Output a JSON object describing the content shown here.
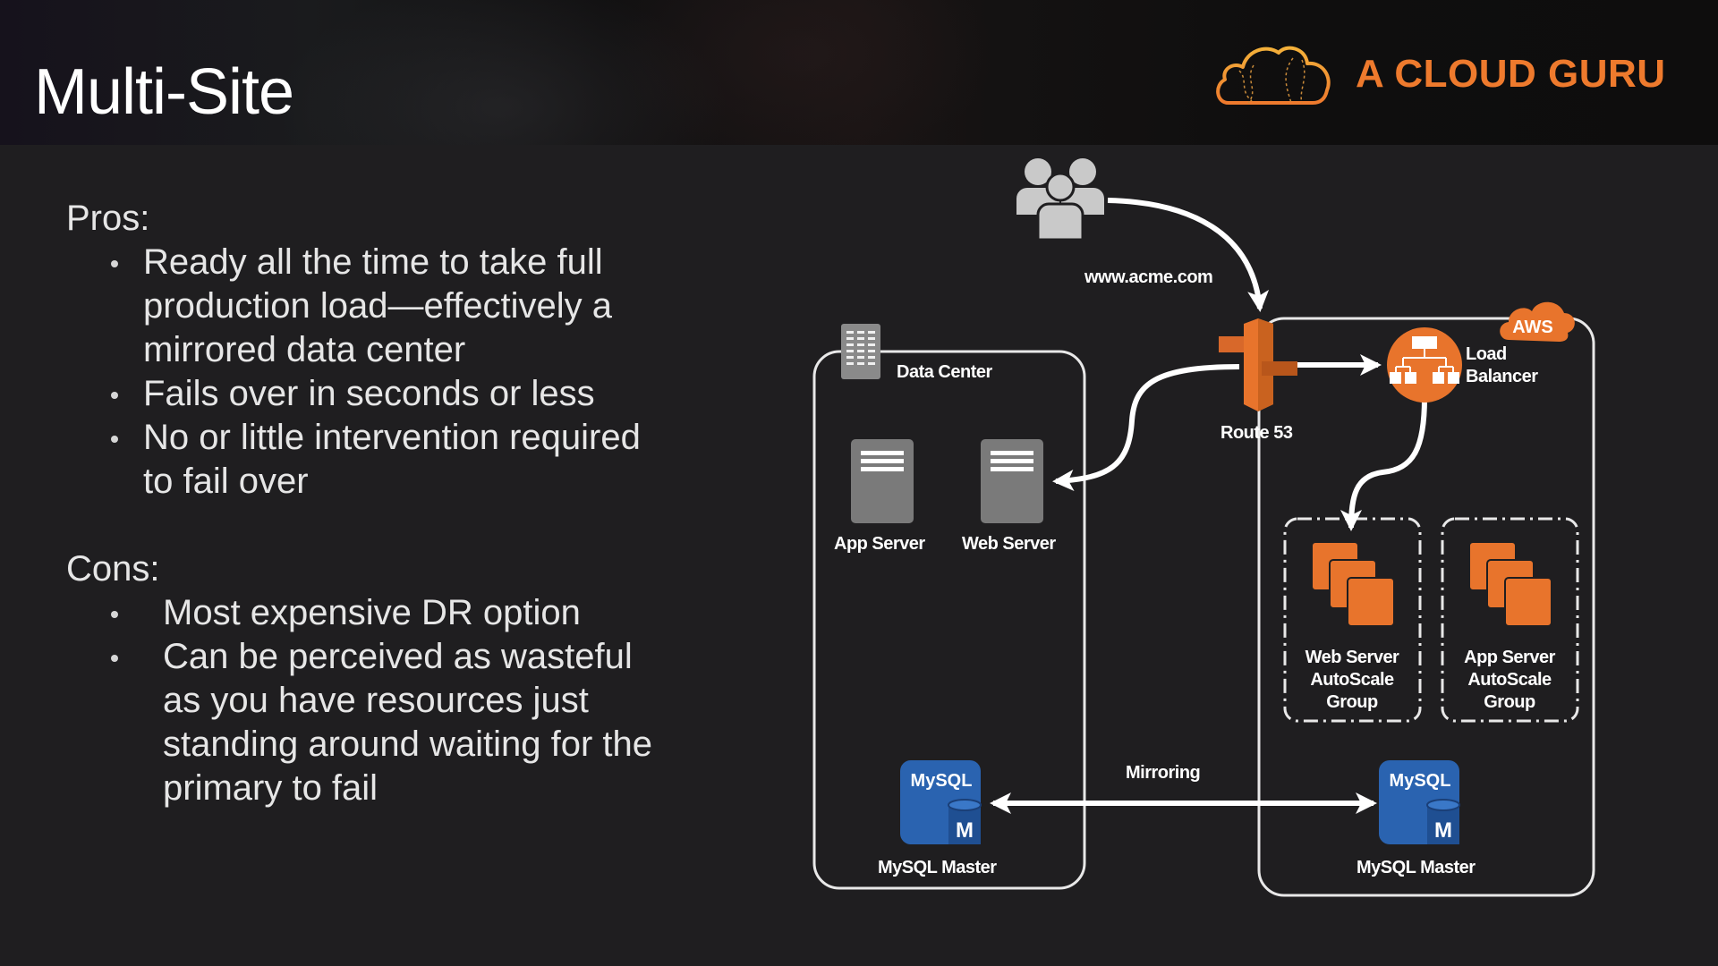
{
  "slide": {
    "title": "Multi-Site"
  },
  "brand": {
    "name": "A CLOUD GURU",
    "accent_color": "#ee7a2d",
    "icon": "cloud-logo-icon"
  },
  "pros": {
    "title": "Pros:",
    "items": [
      "Ready all the time to take full production load—effectively a mirrored data center",
      "Fails over in seconds or less",
      "No or little intervention required to fail over"
    ]
  },
  "cons": {
    "title": "Cons:",
    "items": [
      "Most expensive DR option",
      "Can be perceived as wasteful as you have resources just standing around waiting for the primary to fail"
    ]
  },
  "diagram": {
    "users_icon": "users-icon",
    "url_label": "www.acme.com",
    "data_center": {
      "label": "Data Center",
      "app_server": "App Server",
      "web_server": "Web Server",
      "db": "MySQL Master",
      "db_icon_text": "MySQL",
      "db_icon_badge": "M"
    },
    "route53": "Route 53",
    "aws": {
      "badge": "AWS",
      "load_balancer_line1": "Load",
      "load_balancer_line2": "Balancer",
      "web_asg_line1": "Web Server",
      "web_asg_line2": "AutoScale",
      "web_asg_line3": "Group",
      "app_asg_line1": "App Server",
      "app_asg_line2": "AutoScale",
      "app_asg_line3": "Group",
      "db": "MySQL Master",
      "db_icon_text": "MySQL",
      "db_icon_badge": "M"
    },
    "mirroring_label": "Mirroring",
    "colors": {
      "aws_orange": "#e8742c",
      "mysql_blue": "#2a63b0",
      "server_gray": "#7a7a7a"
    }
  }
}
